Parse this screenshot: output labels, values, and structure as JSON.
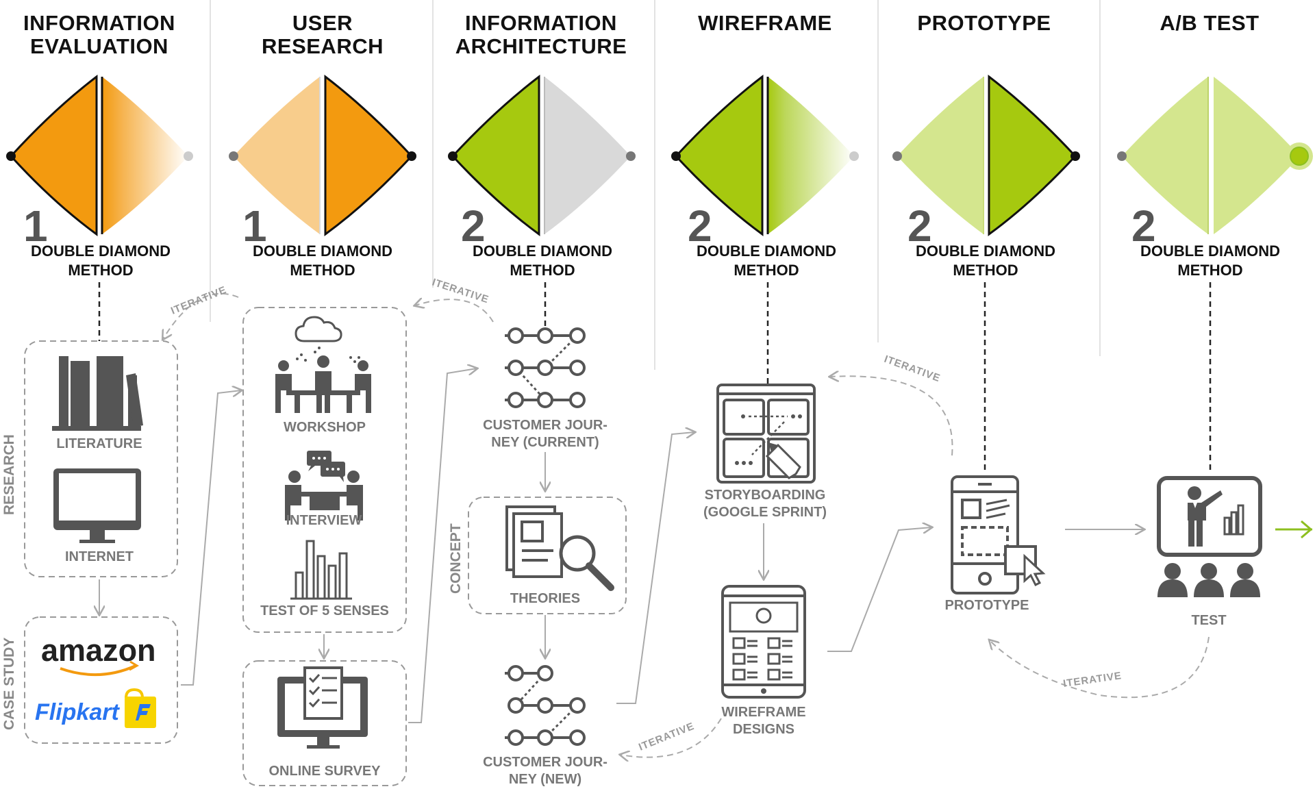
{
  "columns": [
    {
      "title": [
        "INFORMATION",
        "EVALUATION"
      ],
      "number": "1",
      "method": [
        "DOUBLE DIAMOND",
        "METHOD"
      ]
    },
    {
      "title": [
        "USER",
        "RESEARCH"
      ],
      "number": "1",
      "method": [
        "DOUBLE DIAMOND",
        "METHOD"
      ]
    },
    {
      "title": [
        "INFORMATION",
        "ARCHITECTURE"
      ],
      "number": "2",
      "method": [
        "DOUBLE DIAMOND",
        "METHOD"
      ]
    },
    {
      "title": [
        "WIREFRAME"
      ],
      "number": "2",
      "method": [
        "DOUBLE DIAMOND",
        "METHOD"
      ]
    },
    {
      "title": [
        "PROTOTYPE"
      ],
      "number": "2",
      "method": [
        "DOUBLE DIAMOND",
        "METHOD"
      ]
    },
    {
      "title": [
        "A/B TEST"
      ],
      "number": "2",
      "method": [
        "DOUBLE DIAMOND",
        "METHOD"
      ]
    }
  ],
  "side_labels": {
    "research": "RESEARCH",
    "case_study": "CASE STUDY",
    "concept": "CONCEPT"
  },
  "items": {
    "literature": "LITERATURE",
    "internet": "INTERNET",
    "amazon": "amazon",
    "flipkart": "Flipkart",
    "workshop": "WORKSHOP",
    "interview": "INTERVIEW",
    "test_5_senses": "TEST OF 5 SENSES",
    "online_survey": "ONLINE SURVEY",
    "journey_current": [
      "CUSTOMER JOUR-",
      "NEY (CURRENT)"
    ],
    "theories": "THEORIES",
    "journey_new": [
      "CUSTOMER JOUR-",
      "NEY (NEW)"
    ],
    "storyboarding": [
      "STORYBOARDING",
      "(GOOGLE SPRINT)"
    ],
    "wireframe_designs": [
      "WIREFRAME",
      "DESIGNS"
    ],
    "prototype": "PROTOTYPE",
    "test": "TEST"
  },
  "iterative_label": "ITERATIVE",
  "colors": {
    "orange": "#f39a0f",
    "orange_light": "#f8cd8c",
    "green": "#a6c90f",
    "green_light": "#d4e68e",
    "grey_half": "#d9d9d9",
    "icon": "#555555",
    "connector": "#aaaaaa",
    "accent_arrow": "#8dbf1f"
  }
}
